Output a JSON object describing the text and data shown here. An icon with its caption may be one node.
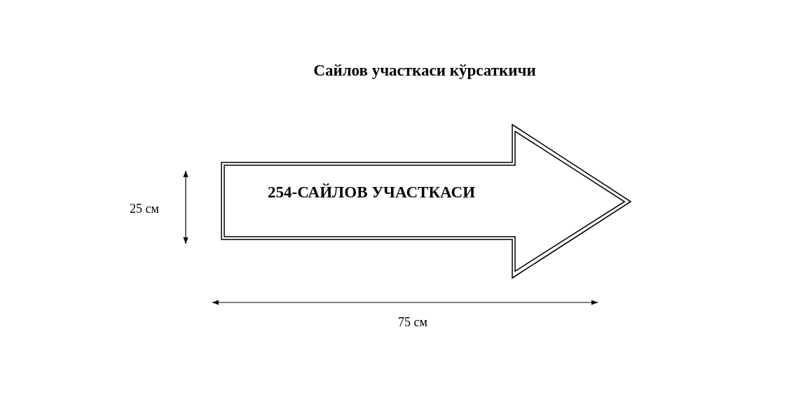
{
  "diagram": {
    "title": "Сайлов участкаси кўрсаткичи",
    "nodes": [
      {
        "text": [
          "254-САЙЛОВ УЧАСТКАСИ"
        ]
      }
    ],
    "edges": [],
    "labels": [
      "25 см",
      "75 см"
    ]
  }
}
